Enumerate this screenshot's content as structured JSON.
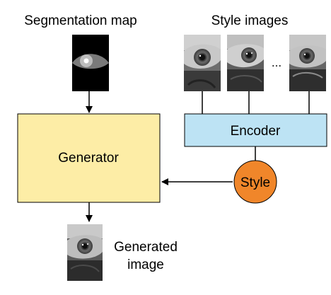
{
  "labels": {
    "segmentation_map": "Segmentation map",
    "style_images": "Style images",
    "ellipsis": "...",
    "encoder": "Encoder",
    "generator": "Generator",
    "style": "Style",
    "generated_line1": "Generated",
    "generated_line2": "image"
  },
  "colors": {
    "generator_fill": "#fdeda6",
    "encoder_fill": "#bde3f4",
    "style_fill": "#f0862a",
    "stroke": "#000000",
    "segmap_bg": "#000000",
    "segmap_eye": "#7a7a7a",
    "segmap_iris": "#bdbdbd",
    "segmap_pupil": "#ffffff"
  }
}
